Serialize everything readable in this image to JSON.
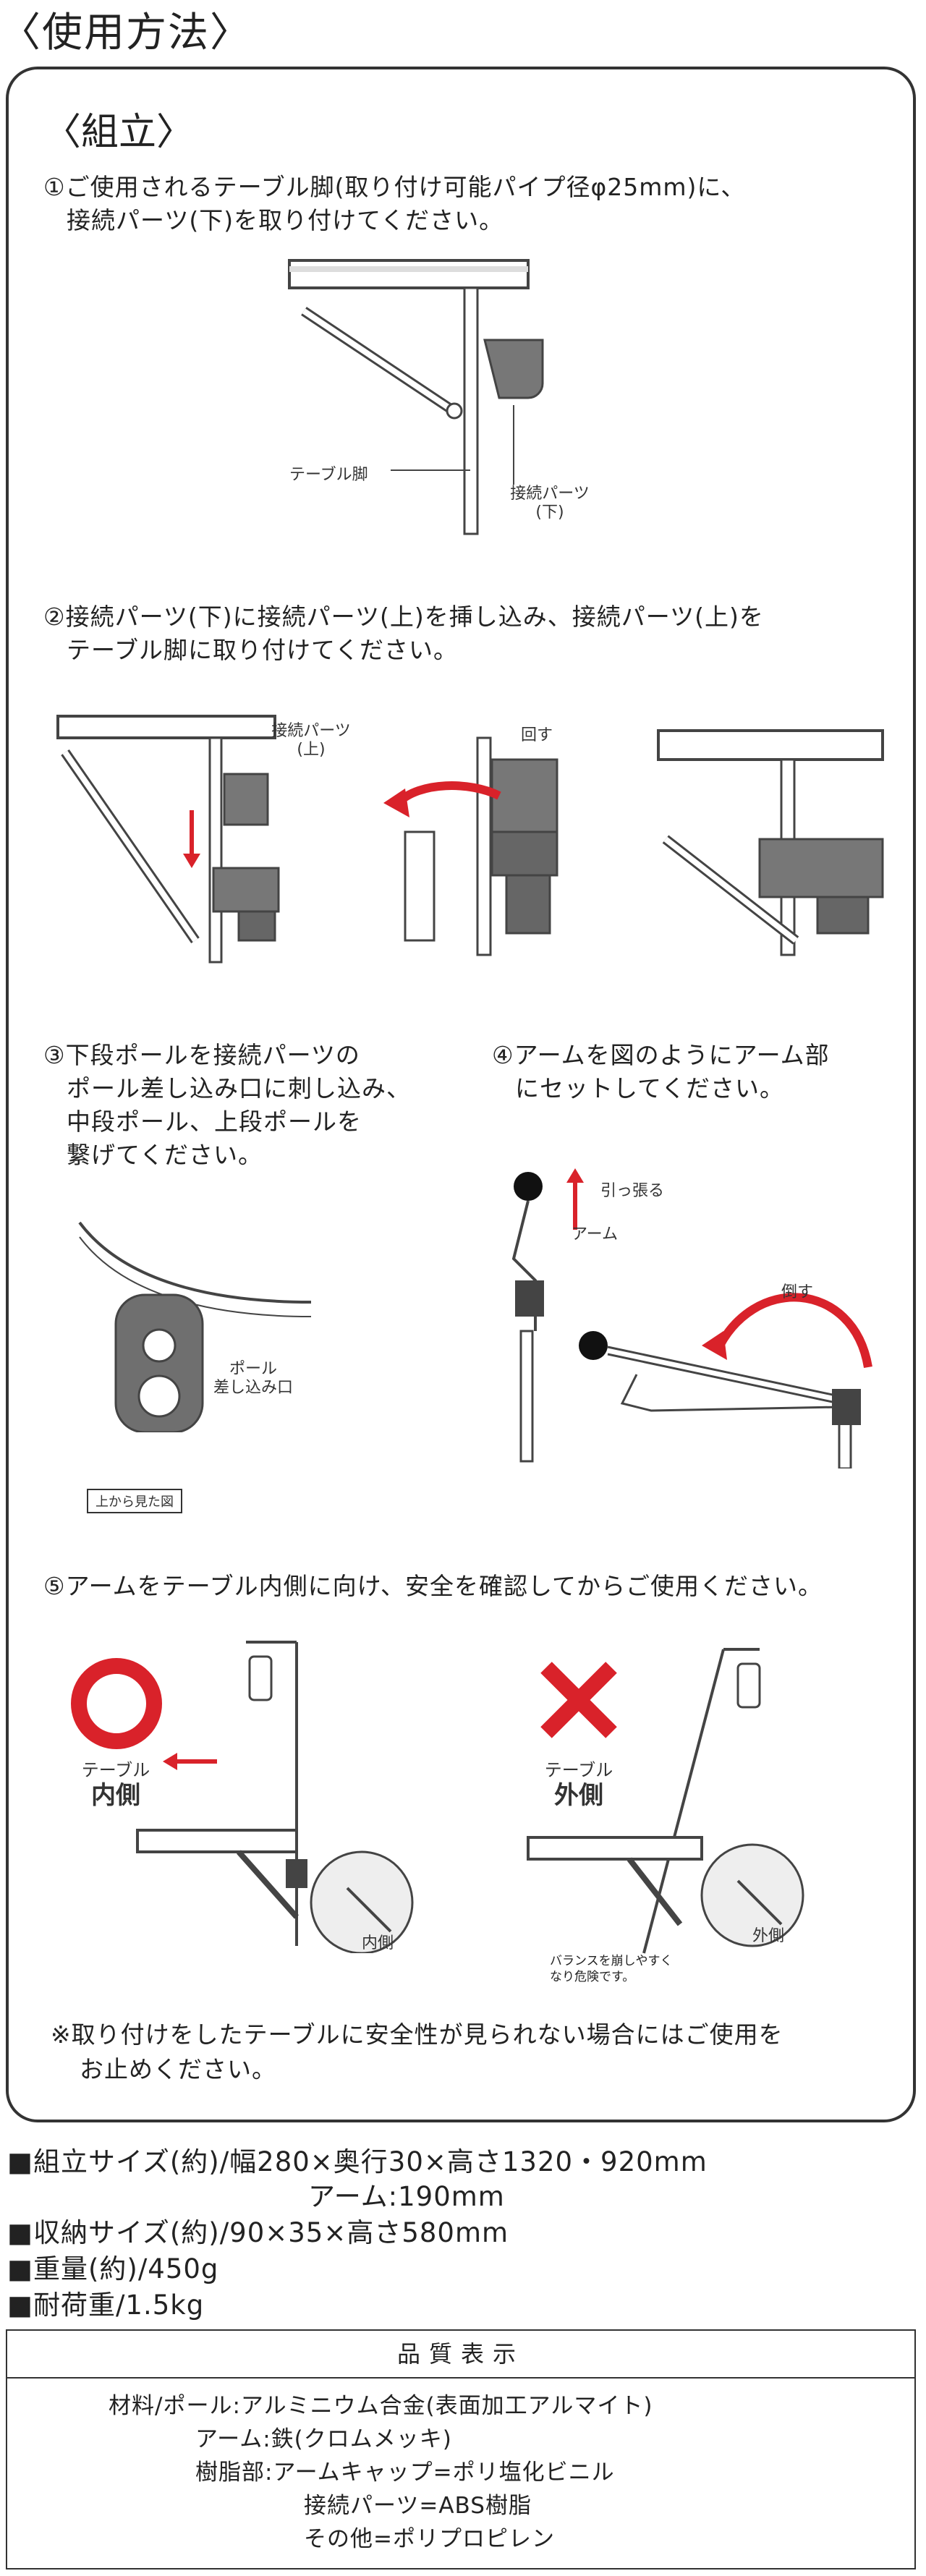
{
  "title": "〈使用方法〉",
  "assembly": {
    "heading": "〈組立〉",
    "step1": {
      "line1": "①ご使用されるテーブル脚(取り付け可能パイプ径φ25mm)に、",
      "line2": "接続パーツ(下)を取り付けてください。",
      "label_leg": "テーブル脚",
      "label_part_1": "接続パーツ",
      "label_part_2": "(下)"
    },
    "step2": {
      "line1": "②接続パーツ(下)に接続パーツ(上)を挿し込み、接続パーツ(上)を",
      "line2": "テーブル脚に取り付けてください。",
      "label_part_1": "接続パーツ",
      "label_part_2": "(上)",
      "label_turn": "回す"
    },
    "step3": {
      "line1": "③下段ポールを接続パーツの",
      "line2": "ポール差し込み口に刺し込み、",
      "line3": "中段ポール、上段ポールを",
      "line4": "繋げてください。",
      "label_pole_1": "ポール",
      "label_pole_2": "差し込み口",
      "label_top": "上から見た図"
    },
    "step4": {
      "line1": "④アームを図のようにアーム部",
      "line2": "にセットしてください。",
      "label_pull": "引っ張る",
      "label_arm": "アーム",
      "label_tilt": "倒す"
    },
    "step5": {
      "line1": "⑤アームをテーブル内側に向け、安全を確認してからご使用ください。",
      "ok_label_1": "テーブル",
      "ok_label_2": "内側",
      "ng_label_1": "テーブル",
      "ng_label_2": "外側",
      "inner": "内側",
      "outer": "外側",
      "warn_1": "バランスを崩しやすく",
      "warn_2": "なり危険です。"
    },
    "note_1": "※取り付けをしたテーブルに安全性が見られない場合にはご使用を",
    "note_2": "お止めください。"
  },
  "specs": [
    "■組立サイズ(約)/幅280×奥行30×高さ1320・920mm",
    "アーム:190mm",
    "■収納サイズ(約)/90×35×高さ580mm",
    "■重量(約)/450g",
    "■耐荷重/1.5kg"
  ],
  "quality": {
    "heading": "品質表示",
    "rows": [
      "材料/ポール:アルミニウム合金(表面加工アルマイト)",
      "アーム:鉄(クロムメッキ)",
      "樹脂部:アームキャップ=ポリ塩化ビニル",
      "接続パーツ=ABS樹脂",
      "その他=ポリプロピレン"
    ]
  },
  "colors": {
    "accent_red": "#d9222a",
    "part_gray": "#6f6f6f",
    "line": "#333333"
  }
}
